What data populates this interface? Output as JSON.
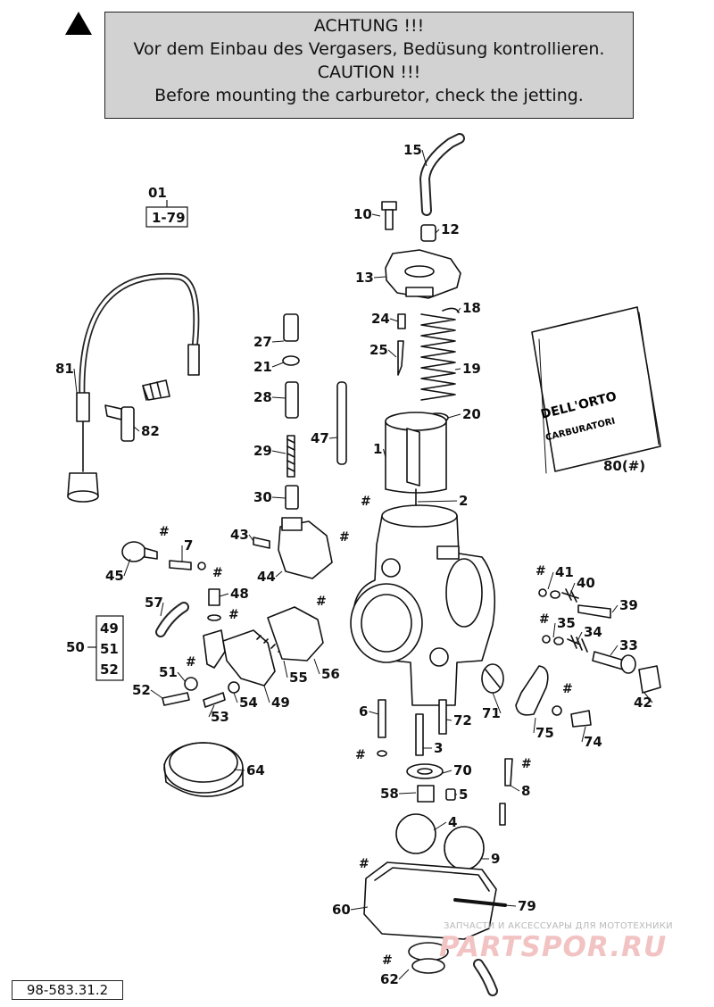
{
  "warning": {
    "de_title": "ACHTUNG !!!",
    "de_text": "Vor dem Einbau des Vergasers, Bedüsung kontrollieren.",
    "en_title": "CAUTION !!!",
    "en_text": "Before mounting the carburetor, check the jetting."
  },
  "set_reference": {
    "code": "01",
    "range": "1-79"
  },
  "group_50": {
    "label": "50",
    "members": [
      "49",
      "51",
      "52"
    ]
  },
  "bag_label": {
    "brand": "DELL'ORTO",
    "sub": "CARBURATORI",
    "callout": "80(#)"
  },
  "hash_mark": "#",
  "part_labels": [
    "15",
    "10",
    "12",
    "13",
    "24",
    "18",
    "25",
    "19",
    "20",
    "1",
    "2",
    "27",
    "21",
    "28",
    "47",
    "29",
    "30",
    "43",
    "44",
    "45",
    "7",
    "48",
    "57",
    "51",
    "52",
    "53",
    "54",
    "49",
    "55",
    "56",
    "81",
    "82",
    "64",
    "41",
    "40",
    "39",
    "35",
    "34",
    "33",
    "42",
    "71",
    "75",
    "74",
    "6",
    "72",
    "3",
    "70",
    "58",
    "5",
    "4",
    "9",
    "8",
    "60",
    "79",
    "62"
  ],
  "doc_ref": "98-583.31.2",
  "watermark": {
    "tagline": "ЗАПЧАСТИ И АКСЕССУАРЫ ДЛЯ МОТОТЕХНИКИ",
    "logo": "PARTSPOR.RU"
  }
}
